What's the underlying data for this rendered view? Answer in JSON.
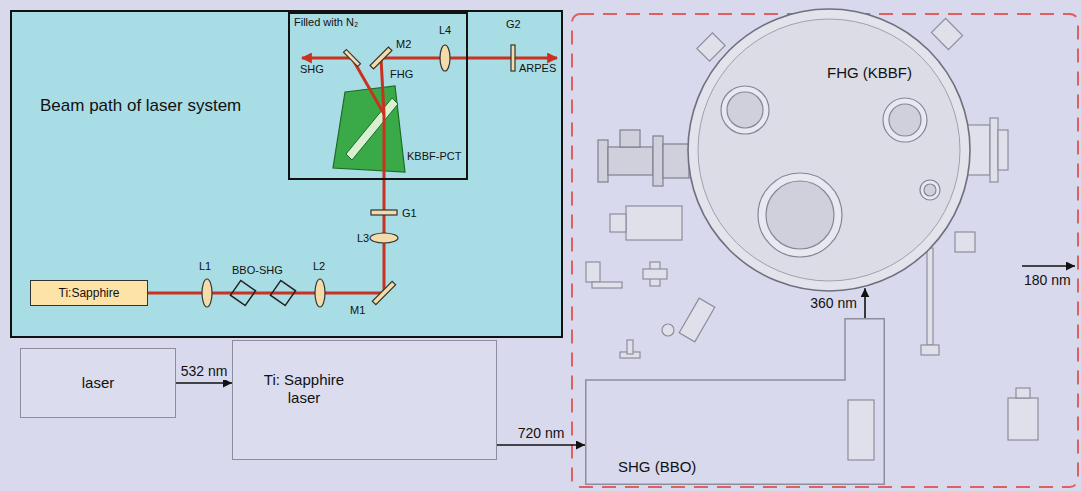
{
  "diagram": {
    "nodes": [
      {
        "text": [
          "Beam path of laser system"
        ]
      },
      {
        "text": [
          "Filled with N₂"
        ],
        "in": 0
      },
      {
        "text": [
          "Ti:Sapphire"
        ],
        "in": 0
      },
      {
        "text": [
          "FHG (KBBF)"
        ]
      },
      {
        "text": [
          "laser"
        ]
      },
      {
        "text": [
          "Ti: Sapphire laser"
        ]
      },
      {
        "text": [
          "SHG (BBO)"
        ]
      }
    ],
    "edges": [
      {
        "from": 4,
        "to": 5,
        "label": "532 nm",
        "arrow": "to"
      },
      {
        "from": 5,
        "to": 6,
        "label": "720 nm",
        "arrow": "to"
      },
      {
        "from": 6,
        "to": 3,
        "label": "360 nm",
        "arrow": "to"
      }
    ],
    "labels": [
      "L1",
      "BBO-SHG",
      "L2",
      "M1",
      "L3",
      "G1",
      "KBBF-PCT",
      "FHG",
      "SHG",
      "M2",
      "L4",
      "G2",
      "ARPES",
      "180 nm"
    ]
  }
}
